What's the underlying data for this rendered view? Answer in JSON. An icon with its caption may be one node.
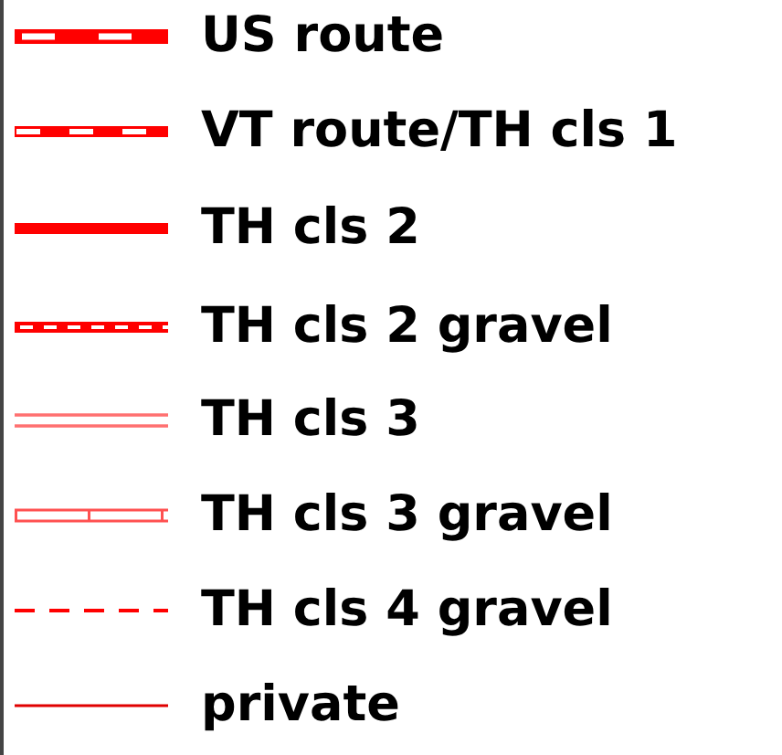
{
  "diagram": {
    "legend": [
      {
        "text": "US route"
      },
      {
        "text": "VT route/TH cls 1"
      },
      {
        "text": "TH cls 2"
      },
      {
        "text": "TH cls 2 gravel"
      },
      {
        "text": "TH cls 3"
      },
      {
        "text": "TH cls 3 gravel"
      },
      {
        "text": "TH cls 4 gravel"
      },
      {
        "text": "private"
      }
    ]
  }
}
